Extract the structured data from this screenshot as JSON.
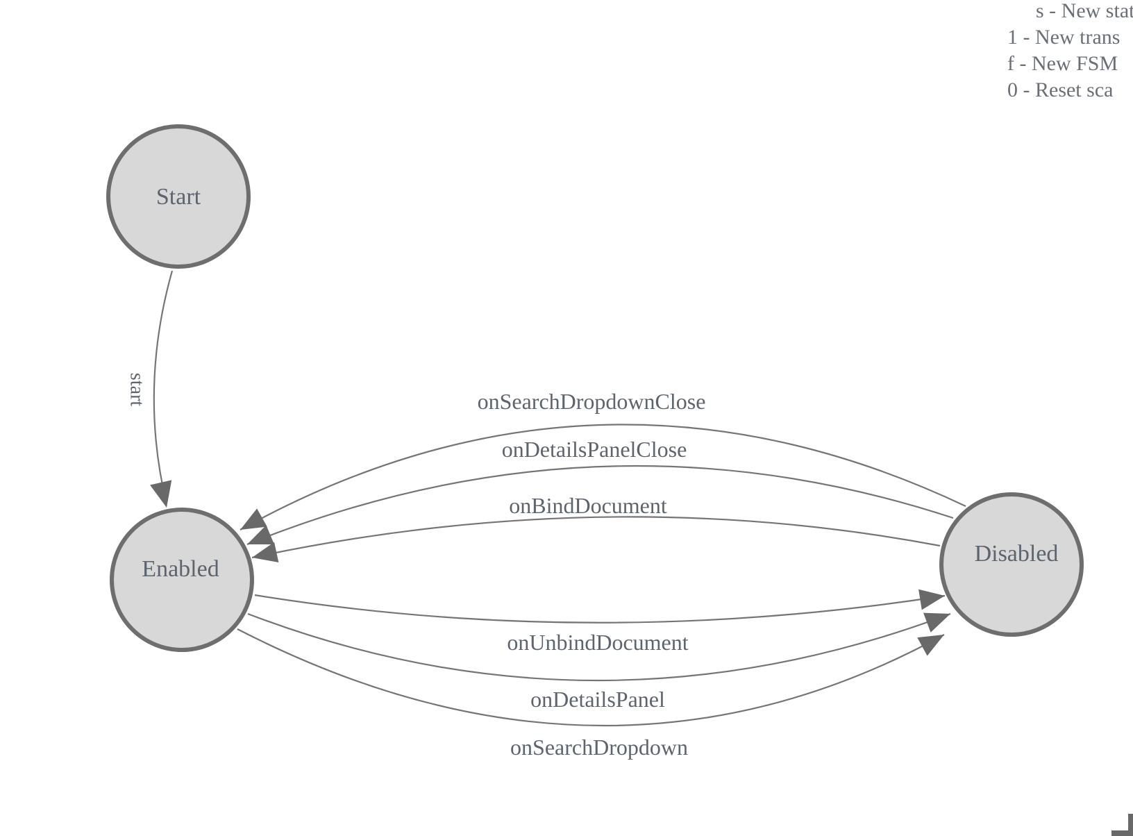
{
  "diagram": {
    "states": [
      {
        "id": "start",
        "label": "Start"
      },
      {
        "id": "enabled",
        "label": "Enabled"
      },
      {
        "id": "disabled",
        "label": "Disabled"
      }
    ],
    "transitions": [
      {
        "label": "start",
        "from": "Start",
        "to": "Enabled"
      },
      {
        "label": "onSearchDropdownClose",
        "from": "Disabled",
        "to": "Enabled"
      },
      {
        "label": "onDetailsPanelClose",
        "from": "Disabled",
        "to": "Enabled"
      },
      {
        "label": "onBindDocument",
        "from": "Disabled",
        "to": "Enabled"
      },
      {
        "label": "onUnbindDocument",
        "from": "Enabled",
        "to": "Disabled"
      },
      {
        "label": "onDetailsPanel",
        "from": "Enabled",
        "to": "Disabled"
      },
      {
        "label": "onSearchDropdown",
        "from": "Enabled",
        "to": "Disabled"
      }
    ]
  },
  "legend": {
    "items": [
      {
        "text": "s - New stat"
      },
      {
        "text": "1 - New trans"
      },
      {
        "text": "f - New FSM"
      },
      {
        "text": "0 - Reset sca"
      }
    ]
  },
  "colors": {
    "state_fill": "#d8d8d8",
    "state_border": "#6e6e6e",
    "edge": "#757575",
    "arrow": "#696969",
    "label": "#5d646c",
    "legend": "#6a6f75"
  }
}
